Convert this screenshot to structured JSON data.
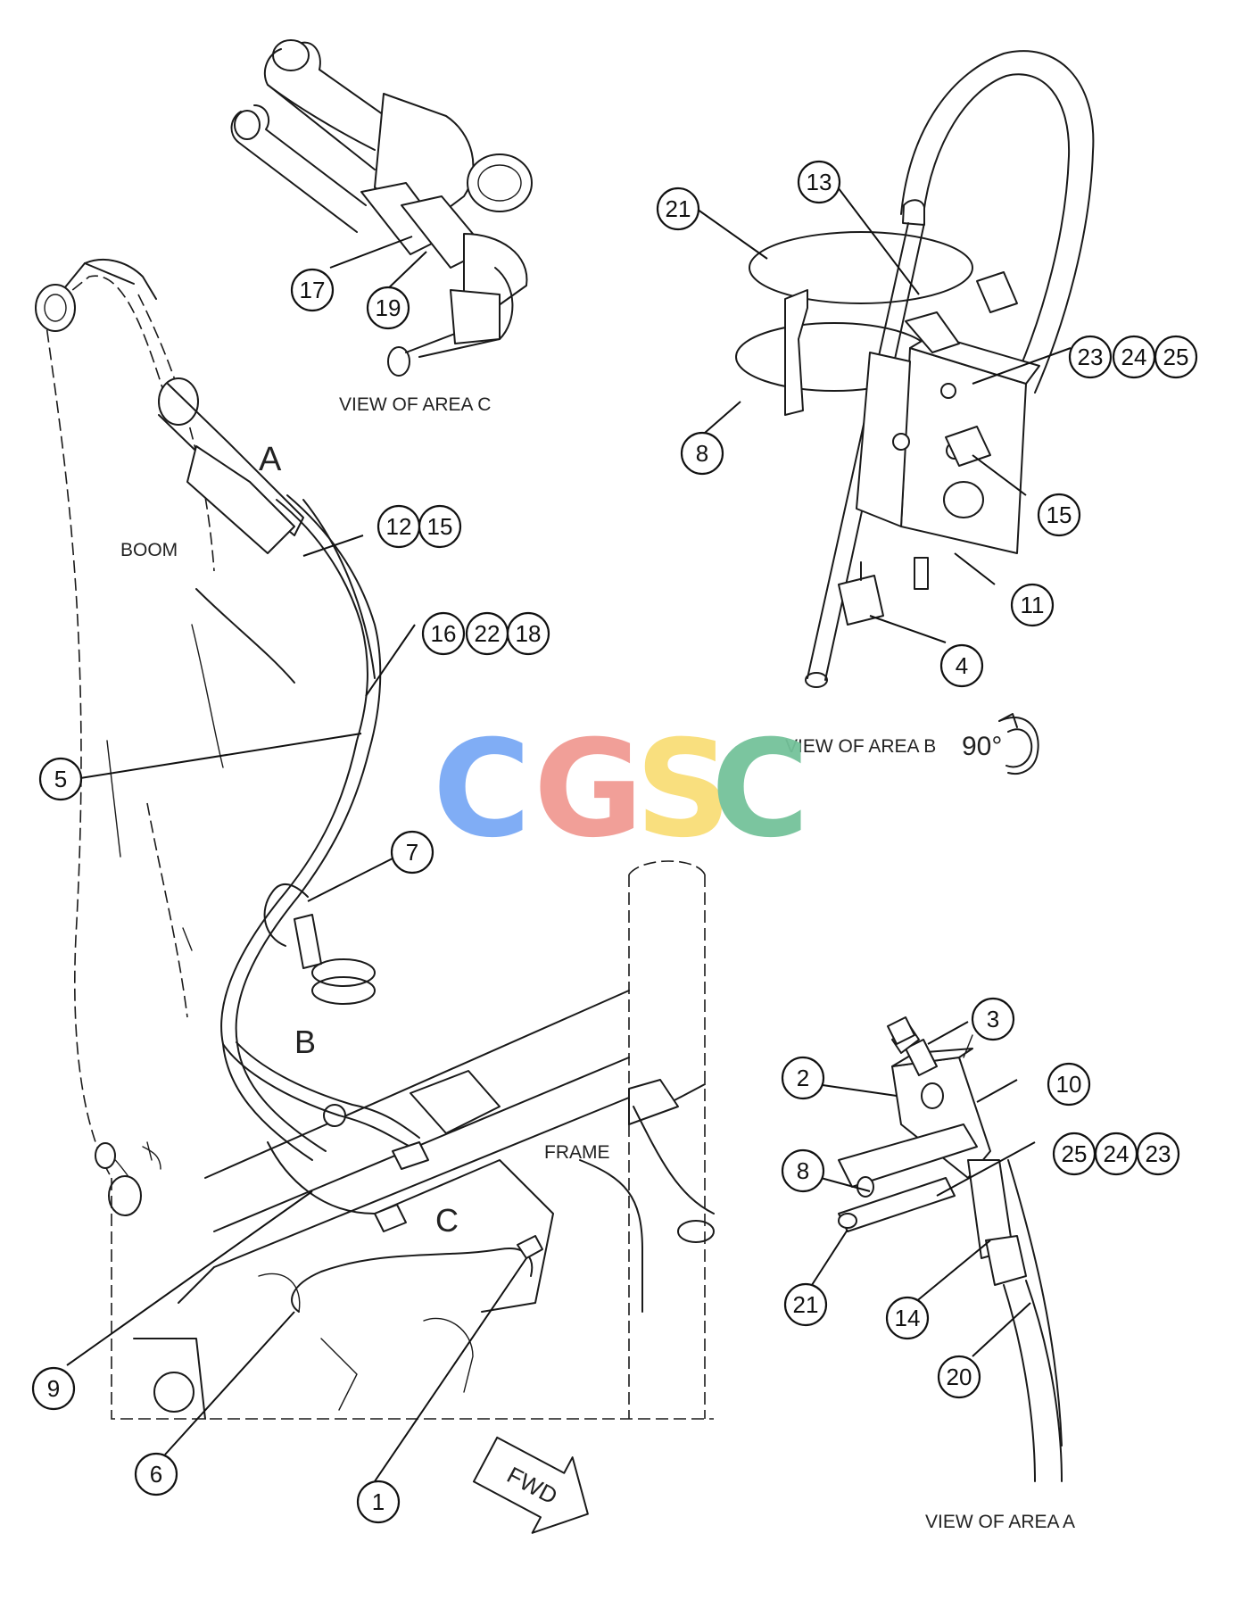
{
  "labels": {
    "view_area_c": "VIEW OF AREA C",
    "view_area_b": "VIEW OF AREA B",
    "rotation": "90°",
    "view_area_a": "VIEW OF AREA A",
    "boom": "BOOM",
    "frame": "FRAME",
    "area_a": "A",
    "area_b": "B",
    "area_c": "C",
    "fwd": "FWD"
  },
  "watermark": {
    "letters": [
      "C",
      "G",
      "S",
      "C"
    ],
    "colors": [
      "#7aa9f5",
      "#f19a93",
      "#f9de78",
      "#74c29a"
    ]
  },
  "callouts": [
    "17",
    "19",
    "21",
    "13",
    "8",
    "23",
    "24",
    "25",
    "15",
    "11",
    "4",
    "12",
    "15",
    "16",
    "22",
    "18",
    "5",
    "7",
    "3",
    "2",
    "10",
    "8",
    "25",
    "24",
    "23",
    "21",
    "14",
    "20",
    "9",
    "6",
    "1"
  ]
}
